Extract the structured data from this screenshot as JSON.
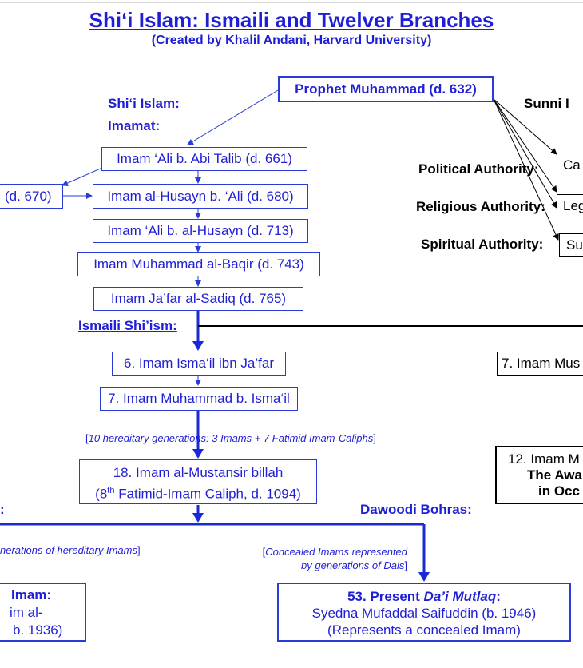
{
  "title": "Shi‘i Islam: Ismaili and Twelver Branches",
  "subtitle": "(Created by Khalil Andani, Harvard University)",
  "prophet": "Prophet Muhammad (d. 632)",
  "left_column": {
    "shii_heading": "Shi‘i Islam:",
    "imamat_heading": "Imamat:",
    "imams": [
      "Imam ‘Ali b. Abi Talib (d. 661)",
      "Imam al-Husayn b. ‘Ali (d. 680)",
      "Imam ‘Ali b. al-Husayn (d. 713)",
      "Imam Muhammad al-Baqir (d. 743)",
      "Imam Ja’far al-Sadiq (d. 765)"
    ],
    "hasan_partial": "(d. 670)"
  },
  "ismaili": {
    "heading": "Ismaili Shi’ism:",
    "imam6": "6. Imam Isma‘il ibn Ja’far",
    "imam7": "7. Imam Muhammad b. Isma‘il",
    "note_open": "[",
    "note_italic_1": "10 hereditary generations: ",
    "note_italic_2": "3 Imams + 7 Fatimid Imam-Caliphs",
    "note_close": "]",
    "imam18_line1": "18. Imam al-Mustansir billah",
    "imam18_line2_pre": "(8",
    "imam18_line2_sup": "th",
    "imam18_line2_post": " Fatimid-Imam Caliph, d. 1094)"
  },
  "nizari_partial": {
    "heading_fragment": ":",
    "note_italic": "nerations of hereditary Imams",
    "note_close": "]",
    "box_line1": "Imam:",
    "box_line2": "im al-",
    "box_line3": "b. 1936)"
  },
  "dawoodi": {
    "heading": "Dawoodi Bohras:",
    "note_line1_open": "[",
    "note_line1_italic": "Concealed Imams represented",
    "note_line2_italic": "by generations of Dais",
    "note_line2_close": "]",
    "box_line1_pre": "53. Present ",
    "box_line1_italic": "Da’i Mutlaq",
    "box_line1_post": ":",
    "box_line2": "Syedna Mufaddal Saifuddin (b. 1946)",
    "box_line3": "(Represents a concealed Imam)"
  },
  "sunni": {
    "heading_partial": "Sunni I",
    "rows": [
      {
        "label": "Political Authority:",
        "value": "Ca"
      },
      {
        "label": "Religious Authority:",
        "value": "Leg"
      },
      {
        "label": "Spiritual Authority:",
        "value": "Su"
      }
    ]
  },
  "twelver": {
    "imam7_partial": "7. Imam Mus",
    "imam12_line1": "12. Imam M",
    "imam12_line2": "The Awa",
    "imam12_line3": "in Occ"
  },
  "colors": {
    "blue_text": "#1f1fd6",
    "box_border": "#2a3bd6",
    "thick_line": "#1a2ad6",
    "black": "#000000"
  }
}
